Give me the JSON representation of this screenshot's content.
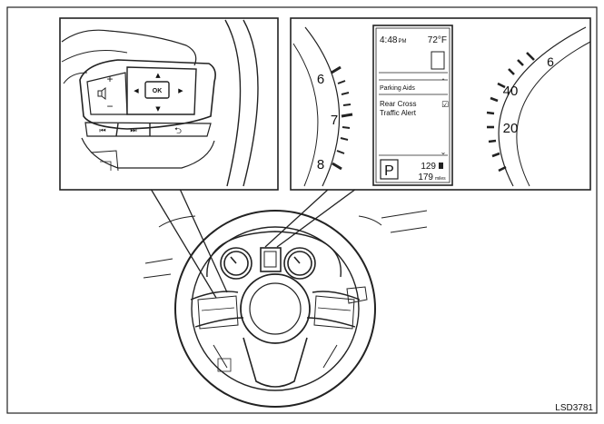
{
  "figure_code": "LSD3781",
  "steering_controls": {
    "buttons": {
      "plus": "+",
      "minus": "−",
      "up": "▲",
      "down": "▼",
      "left": "◀",
      "right": "▶",
      "ok": "OK",
      "prev": "⏮",
      "next": "⏭",
      "back": "⮌"
    }
  },
  "speedometer": {
    "ticks": [
      "6",
      "7",
      "8"
    ]
  },
  "tachometer": {
    "ticks": [
      "6",
      "40",
      "20"
    ]
  },
  "display": {
    "time": "4:48",
    "time_suffix": "PM",
    "temperature": "72°F",
    "menu_title": "Parking Aids",
    "menu_item_line1": "Rear Cross",
    "menu_item_line2": "Traffic Alert",
    "menu_item_checked": "☑",
    "gear": "P",
    "fuel_value": "129",
    "range_value": "179",
    "range_unit": "miles"
  }
}
